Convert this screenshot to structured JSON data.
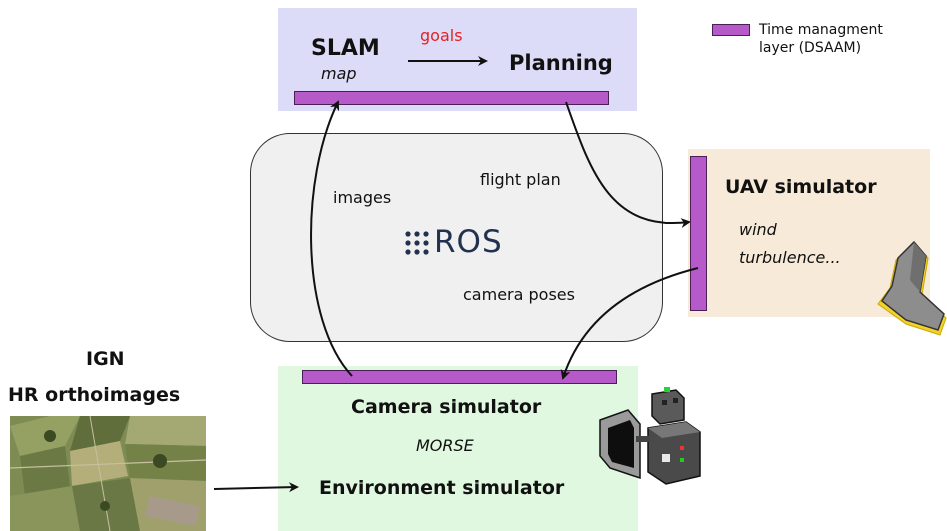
{
  "legend": {
    "label_line1": "Time managment",
    "label_line2": "layer (DSAAM)",
    "swatch_color": "#b55ac8"
  },
  "planning_box": {
    "slam": "SLAM",
    "map": "map",
    "goals": "goals",
    "planning": "Planning",
    "fill": "#dcdcf8"
  },
  "ros_box": {
    "logo_text": "ROS",
    "images": "images",
    "flight_plan": "flight plan",
    "camera_poses": "camera poses",
    "fill": "#f0f0f0"
  },
  "uav_box": {
    "title": "UAV simulator",
    "line1": "wind",
    "line2": "turbulence...",
    "fill": "#f7ead8"
  },
  "sim_box": {
    "camera_sim": "Camera simulator",
    "morse": "MORSE",
    "env_sim": "Environment simulator",
    "fill": "#dff8df"
  },
  "ign": {
    "line1": "IGN",
    "line2": "HR orthoimages"
  },
  "colors": {
    "goals_red": "#e8201f",
    "ros_dots": "#22314e"
  }
}
